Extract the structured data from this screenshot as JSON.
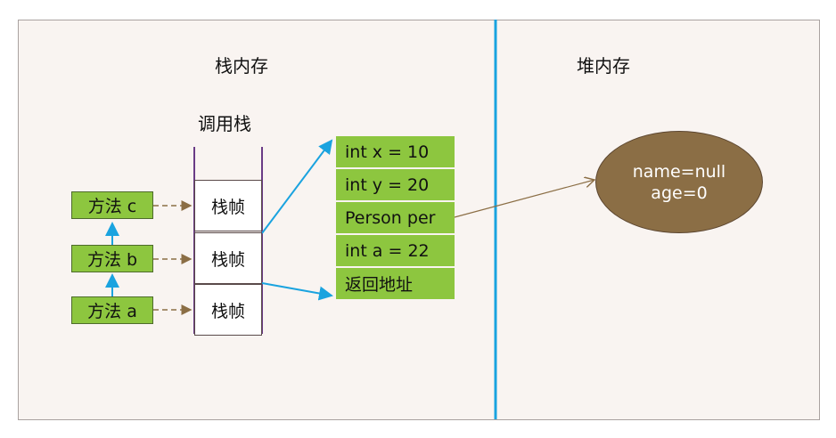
{
  "stack_title": "栈内存",
  "heap_title": "堆内存",
  "call_stack_title": "调用栈",
  "methods": [
    {
      "label": "方法 c"
    },
    {
      "label": "方法 b"
    },
    {
      "label": "方法 a"
    }
  ],
  "frames": [
    {
      "label": "栈帧"
    },
    {
      "label": "栈帧"
    },
    {
      "label": "栈帧"
    }
  ],
  "frame_cells": [
    {
      "label": "int x = 10"
    },
    {
      "label": "int y = 20"
    },
    {
      "label": "Person per"
    },
    {
      "label": "int a = 22"
    },
    {
      "label": "返回地址"
    }
  ],
  "heap_object": {
    "line1": "name=null",
    "line2": "age=0"
  },
  "colors": {
    "method_fill": "#8dc63f",
    "heap_object_fill": "#8b6e45",
    "divider": "#1aa3df",
    "arrow_blue": "#1aa3df",
    "arrow_brown": "#8b6e45"
  }
}
